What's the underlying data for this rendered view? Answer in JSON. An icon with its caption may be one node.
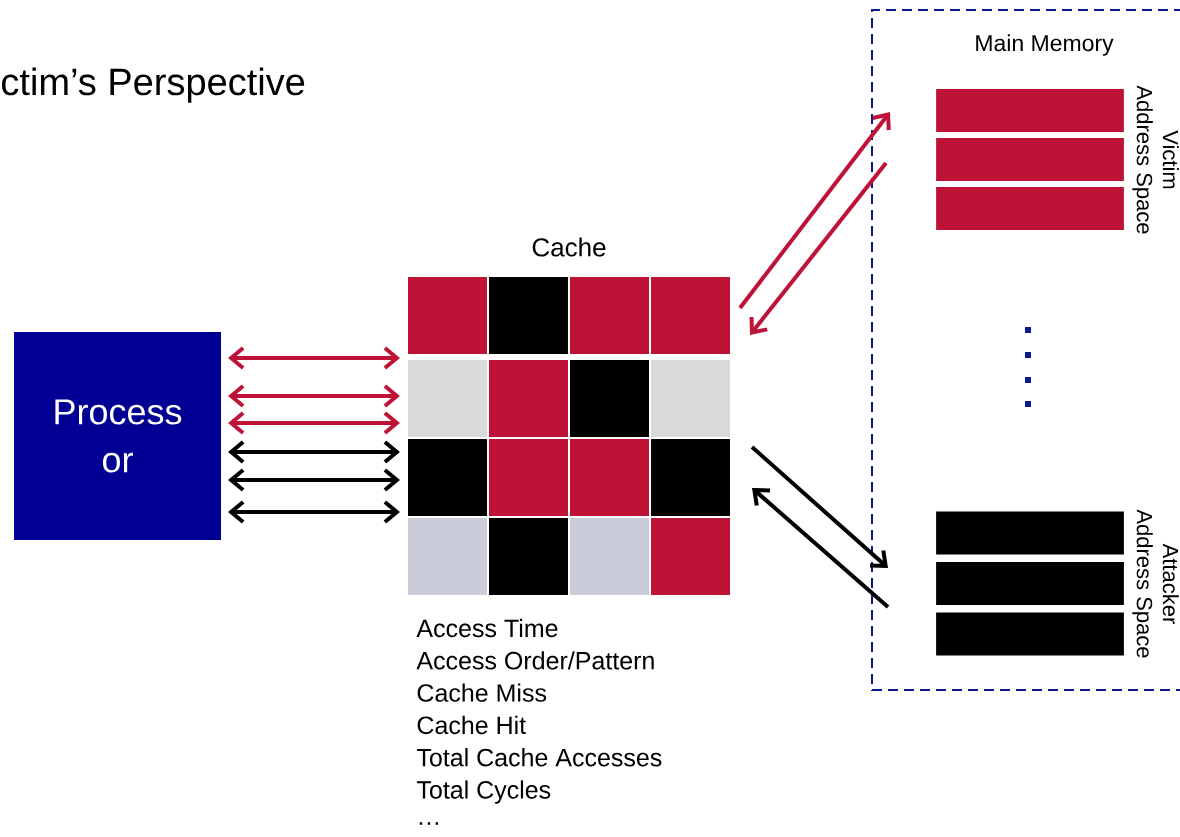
{
  "diagram": {
    "title": "ctim’s Perspective",
    "nodes": [
      {
        "text": [
          "Process or"
        ]
      },
      {
        "text": [
          "Cache"
        ]
      },
      {
        "text": [
          "Main Memory"
        ]
      },
      {
        "text": [
          "Victim Address Space"
        ],
        "in": 2
      },
      {
        "text": [
          "Attacker Address Space"
        ],
        "in": 2
      }
    ],
    "edges": [
      {
        "from": 0,
        "to": 1,
        "arrow": "both",
        "color": "#be1337"
      },
      {
        "from": 0,
        "to": 1,
        "arrow": "both",
        "color": "#be1337"
      },
      {
        "from": 0,
        "to": 1,
        "arrow": "both",
        "color": "#be1337"
      },
      {
        "from": 0,
        "to": 1,
        "arrow": "both",
        "color": "#000000"
      },
      {
        "from": 0,
        "to": 1,
        "arrow": "both",
        "color": "#000000"
      },
      {
        "from": 0,
        "to": 1,
        "arrow": "both",
        "color": "#000000"
      },
      {
        "from": 1,
        "to": 3,
        "arrow": "to",
        "color": "#be1337"
      },
      {
        "from": 3,
        "to": 1,
        "arrow": "to",
        "color": "#be1337"
      },
      {
        "from": 1,
        "to": 4,
        "arrow": "to",
        "color": "#000000"
      },
      {
        "from": 4,
        "to": 1,
        "arrow": "to",
        "color": "#000000"
      }
    ],
    "labels": [
      "Access Time",
      "Access Order/Pattern",
      "Cache Miss",
      "Cache Hit",
      "Total Cache Accesses",
      "Total Cycles",
      "…"
    ]
  }
}
